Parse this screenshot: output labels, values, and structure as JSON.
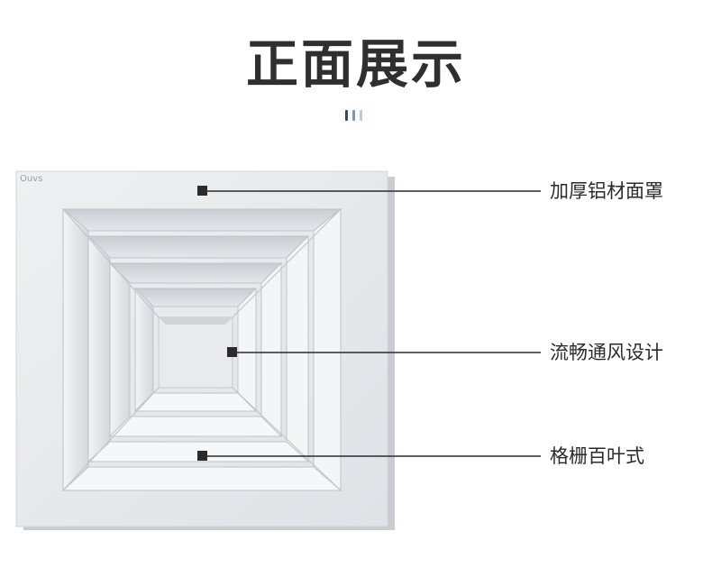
{
  "header": {
    "title": "正面展示"
  },
  "decor_dots": {
    "colors": [
      "#1f4e79",
      "#6f9cc7",
      "#b7cde3"
    ]
  },
  "product": {
    "brand_logo": "Ouvs",
    "panel_color": "#e9ebee",
    "shadow_color": "#c8ccd1"
  },
  "callouts": [
    {
      "label": "加厚铝材面罩"
    },
    {
      "label": "流畅通风设计"
    },
    {
      "label": "格栅百叶式"
    }
  ]
}
